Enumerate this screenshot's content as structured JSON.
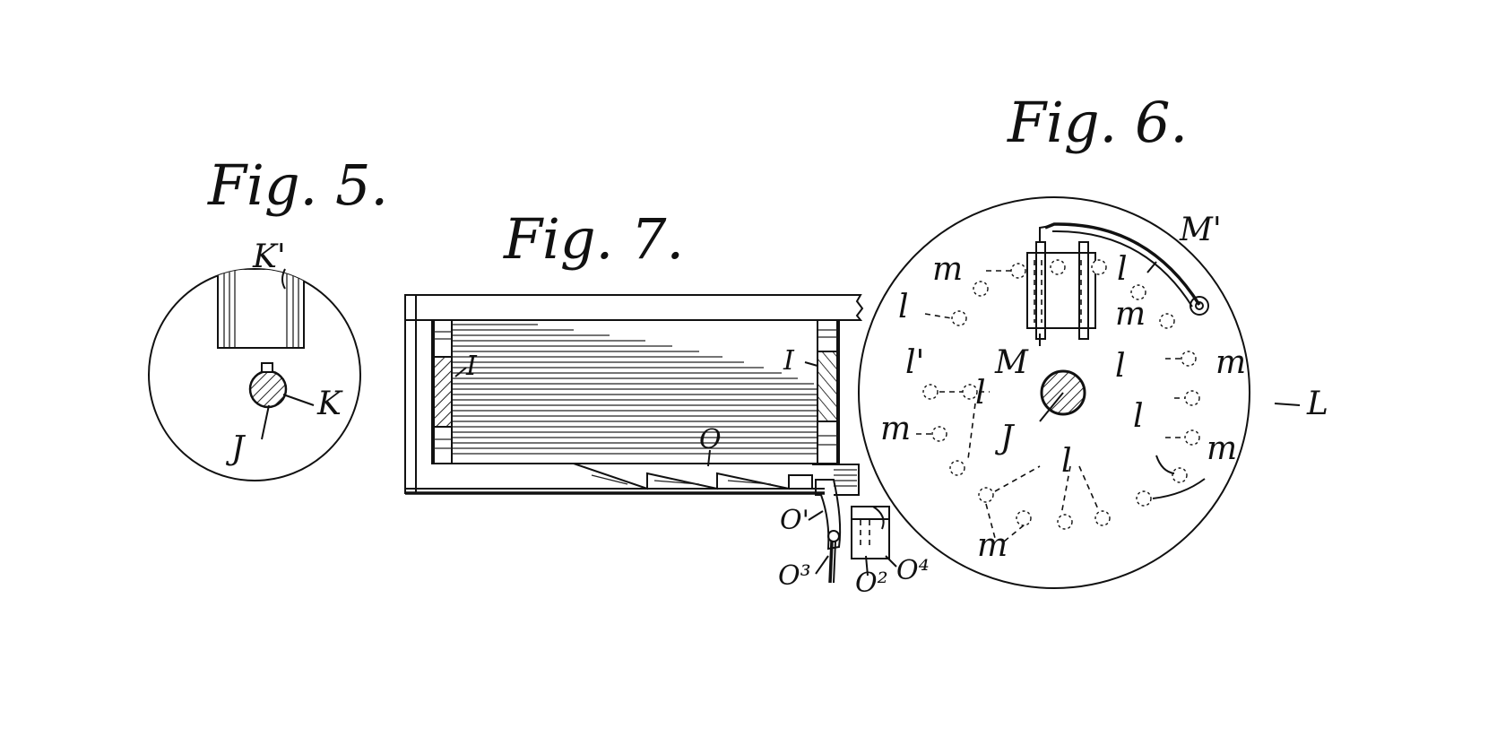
{
  "figures": {
    "fig5": {
      "title": "Fig. 5.",
      "labels": {
        "k_prime": "K'",
        "k": "K",
        "j": "J"
      }
    },
    "fig7": {
      "title": "Fig. 7.",
      "labels": {
        "i_left": "I",
        "i_right": "I",
        "o": "O",
        "o_prime": "O'",
        "o2": "O²",
        "o3": "O³",
        "o4": "O⁴"
      }
    },
    "fig6": {
      "title": "Fig. 6.",
      "labels": {
        "m_prime_upper": "M'",
        "m_center": "M",
        "l_big": "L",
        "j": "J",
        "l_prime": "l'",
        "l": "l",
        "m": "m"
      }
    }
  }
}
